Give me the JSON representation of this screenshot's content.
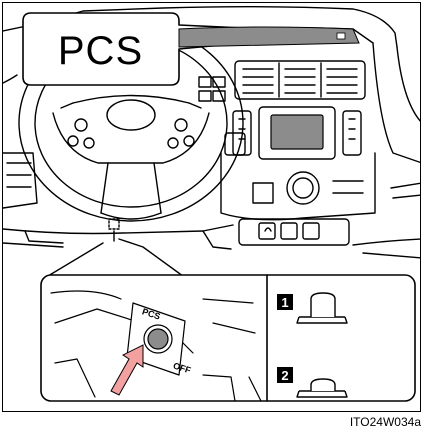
{
  "callout": {
    "label": "PCS"
  },
  "switch": {
    "top_label": "PCS",
    "bottom_label": "OFF"
  },
  "positions": [
    {
      "number": "1",
      "state": "raised"
    },
    {
      "number": "2",
      "state": "lowered"
    }
  ],
  "figure_code": "ITO24W034a",
  "colors": {
    "line": "#000000",
    "screen": "#8c8c8c",
    "arrow": "#f2a0a0",
    "background": "#ffffff"
  }
}
